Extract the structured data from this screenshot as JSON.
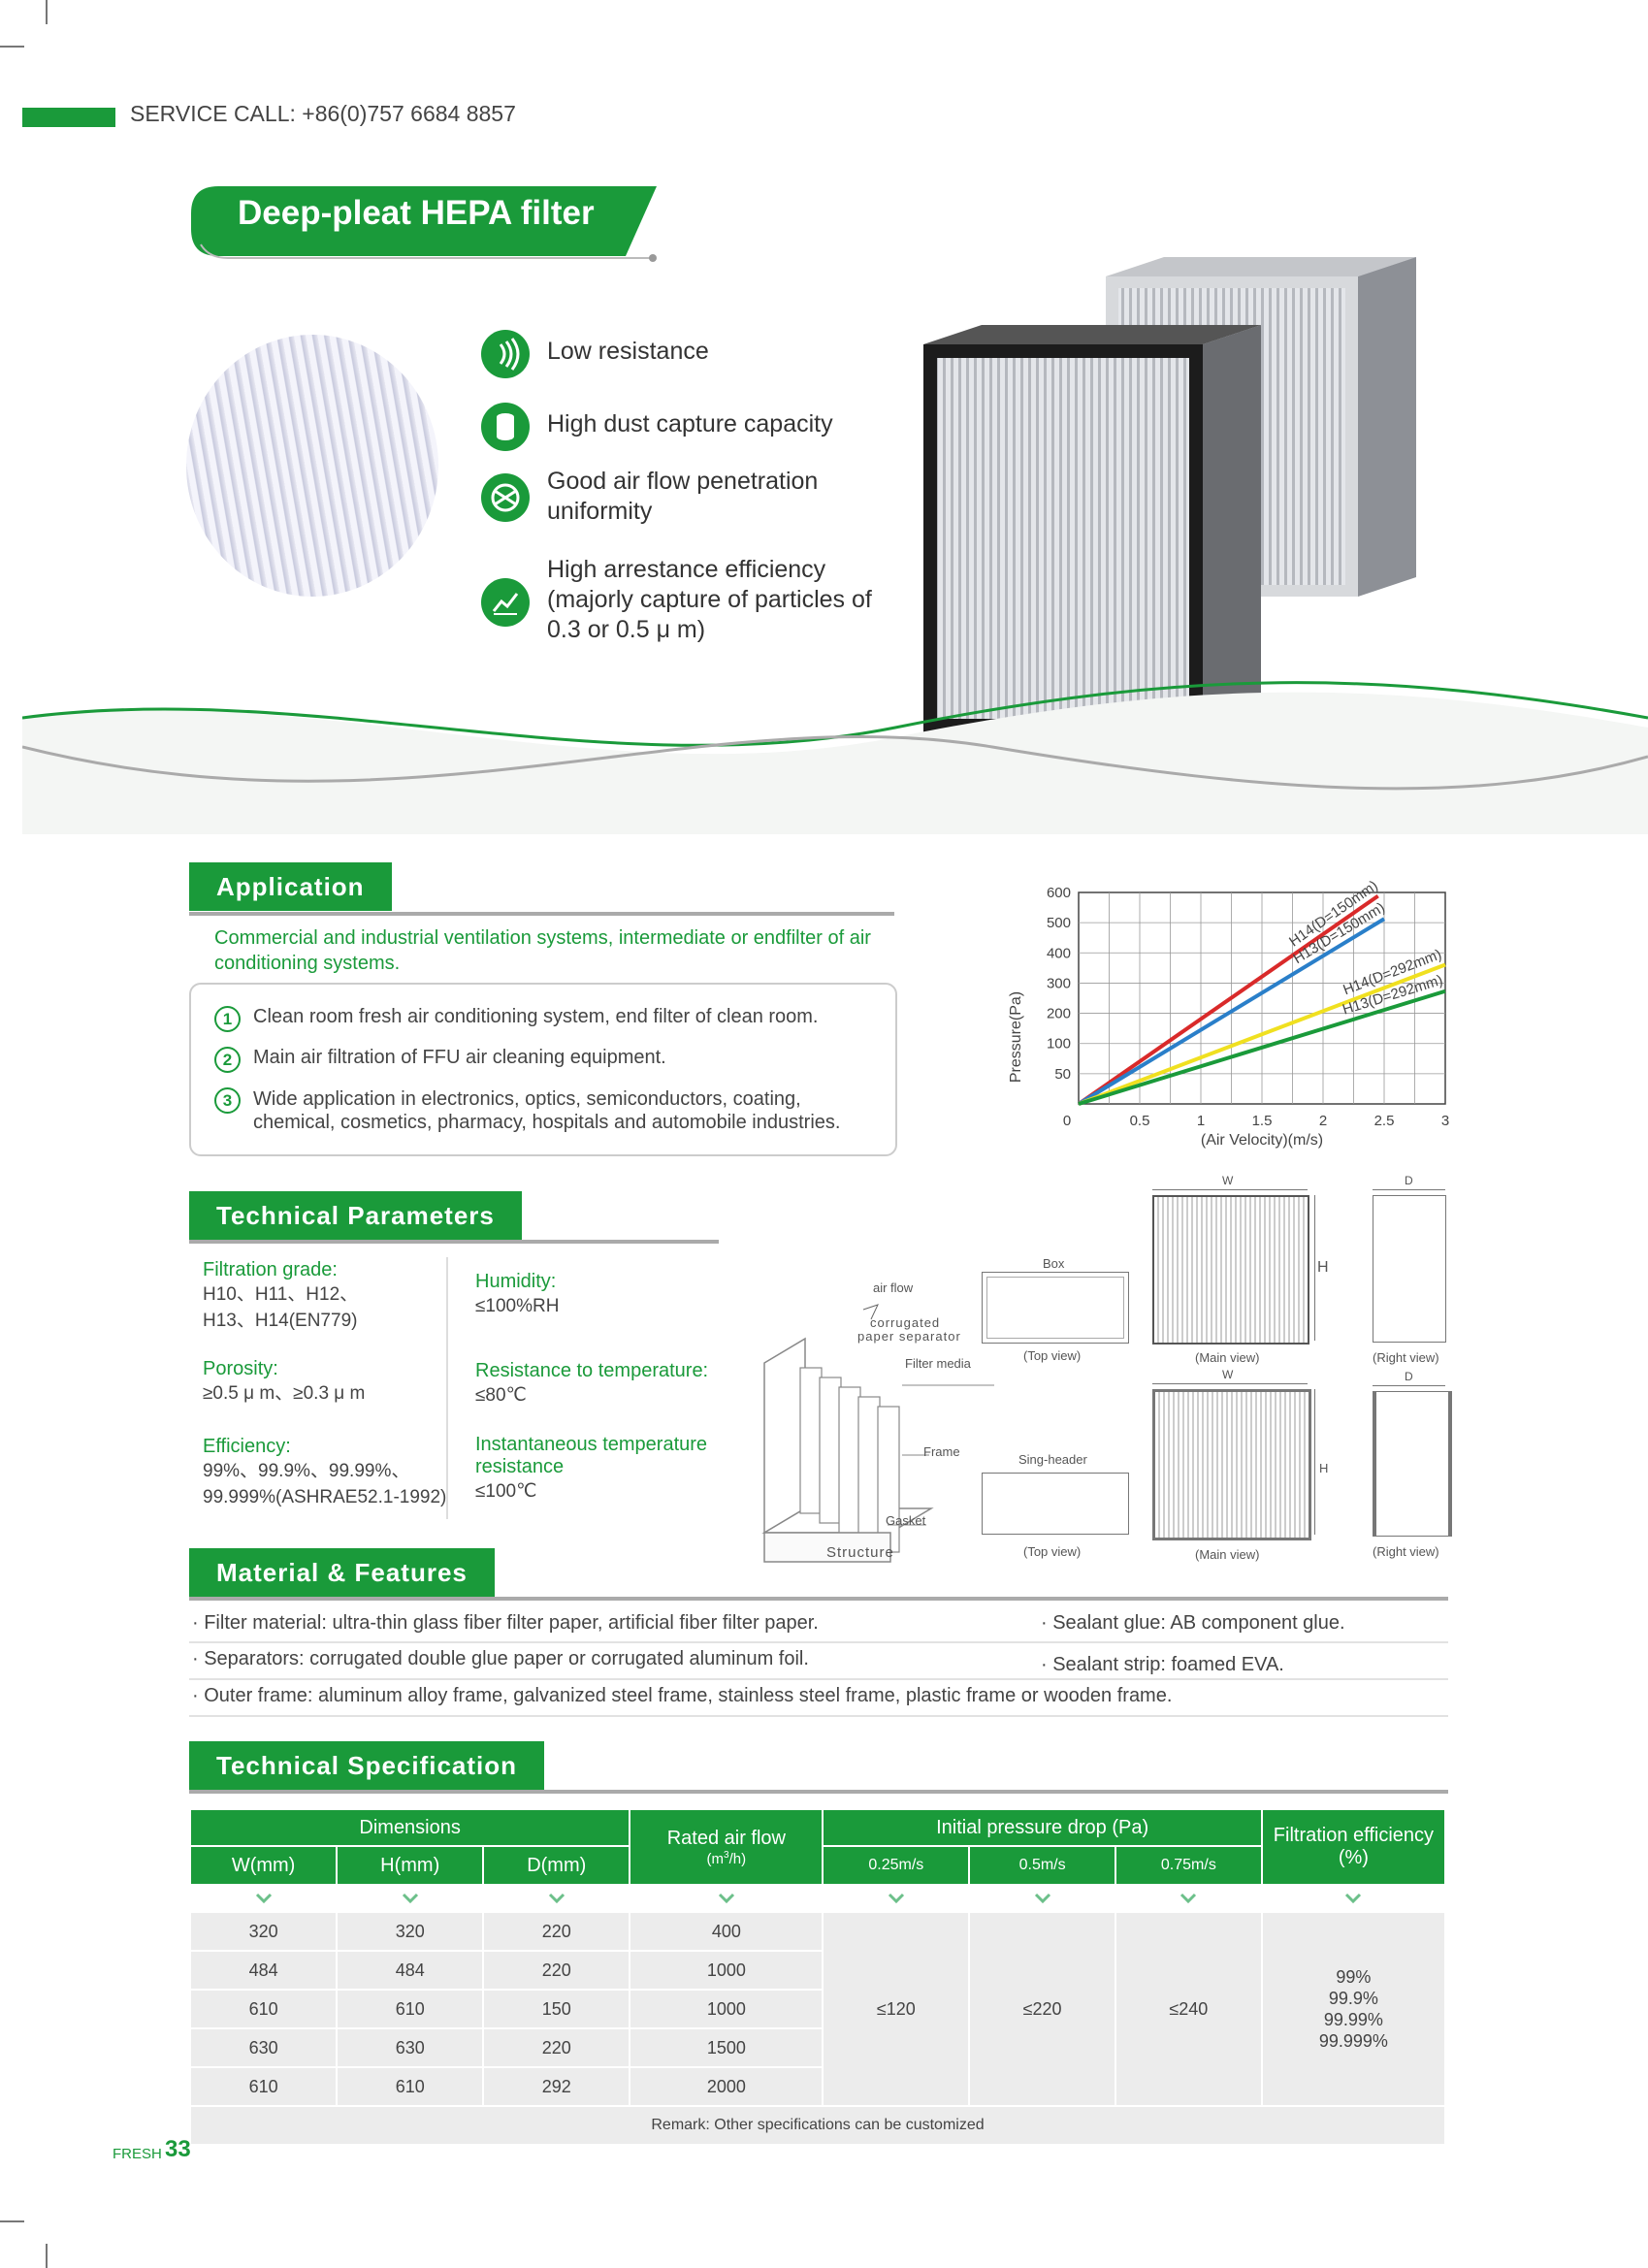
{
  "header": {
    "service_call": "SERVICE CALL:  +86(0)757 6684 8857"
  },
  "title": "Deep-pleat HEPA filter",
  "features": [
    {
      "icon": "low-resistance-icon",
      "text": "Low resistance"
    },
    {
      "icon": "cylinder-icon",
      "text": "High dust capture capacity"
    },
    {
      "icon": "airflow-icon",
      "text": "Good air flow penetration uniformity"
    },
    {
      "icon": "efficiency-chart-icon",
      "text": "High arrestance efficiency (majorly capture of particles of 0.3 or 0.5 μ m)"
    }
  ],
  "application": {
    "heading": "Application",
    "intro": "Commercial and industrial ventilation systems, intermediate or endfilter of air conditioning systems.",
    "items": [
      {
        "num": "1",
        "text": "Clean room fresh air conditioning system, end filter of clean room."
      },
      {
        "num": "2",
        "text": "Main air filtration of FFU air cleaning equipment."
      },
      {
        "num": "3",
        "text": "Wide application in electronics, optics, semiconductors, coating, chemical, cosmetics, pharmacy, hospitals and automobile industries."
      }
    ]
  },
  "chart_data": {
    "type": "line",
    "xlabel": "(Air Velocity)(m/s)",
    "ylabel": "Pressure(Pa)",
    "xlim": [
      0,
      3
    ],
    "ylim": [
      0,
      600
    ],
    "x_ticks": [
      "0",
      "0.5",
      "1",
      "1.5",
      "2",
      "2.5",
      "3"
    ],
    "y_ticks": [
      "50",
      "100",
      "200",
      "300",
      "400",
      "500",
      "600"
    ],
    "grid": true,
    "series": [
      {
        "name": "H14(D=150mm)",
        "color": "#d92a2a",
        "x": [
          0,
          2.45
        ],
        "y": [
          0,
          590
        ]
      },
      {
        "name": "H13(D=150mm)",
        "color": "#2a7fc9",
        "x": [
          0,
          2.5
        ],
        "y": [
          0,
          525
        ]
      },
      {
        "name": "H14(D=292mm)",
        "color": "#f0e020",
        "x": [
          0,
          3
        ],
        "y": [
          0,
          395
        ]
      },
      {
        "name": "H13(D=292mm)",
        "color": "#1a9a3a",
        "x": [
          0,
          3
        ],
        "y": [
          0,
          320
        ]
      }
    ]
  },
  "tech_params": {
    "heading": "Technical Parameters",
    "left": [
      {
        "label": "Filtration grade:",
        "lines": [
          "H10、H11、H12、",
          "H13、H14(EN779)"
        ]
      },
      {
        "label": "Porosity:",
        "lines": [
          "≥0.5 μ m、≥0.3 μ m"
        ]
      },
      {
        "label": "Efficiency:",
        "lines": [
          "99%、99.9%、99.99%、",
          "99.999%(ASHRAE52.1-1992)"
        ]
      }
    ],
    "right": [
      {
        "label": "Humidity:",
        "lines": [
          "≤100%RH"
        ]
      },
      {
        "label": "Resistance to temperature:",
        "lines": [
          "≤80℃"
        ]
      },
      {
        "label": "Instantaneous temperature resistance",
        "lines": [
          "≤100℃"
        ]
      }
    ]
  },
  "diagram": {
    "air_flow": "air flow",
    "corrugated": "corrugated",
    "paper_separator": "paper separator",
    "filter_media": "Filter media",
    "frame": "Frame",
    "gasket": "Gasket",
    "structure": "Structure",
    "box": "Box",
    "sing_header": "Sing-header",
    "top_view": "(Top view)",
    "main_view": "(Main view)",
    "right_view": "(Right view)",
    "w": "W",
    "h": "H",
    "d": "D"
  },
  "material": {
    "heading": "Material & Features",
    "items": [
      "· Filter material: ultra-thin glass fiber filter paper, artificial fiber filter paper.",
      "· Sealant glue: AB component glue.",
      "· Separators: corrugated double glue paper or corrugated aluminum foil.",
      "· Sealant strip: foamed EVA.",
      "· Outer frame: aluminum alloy frame, galvanized steel frame, stainless steel frame, plastic frame or wooden frame."
    ]
  },
  "spec": {
    "heading": "Technical Specification",
    "dimensions": "Dimensions",
    "w": "W(mm)",
    "h": "H(mm)",
    "d": "D(mm)",
    "rated_air_flow": "Rated air flow",
    "flow_unit_pre": "(m",
    "flow_unit_sup": "3",
    "flow_unit_post": "/h)",
    "pressure_drop": "Initial pressure drop (Pa)",
    "v1": "0.25m/s",
    "v2": "0.5m/s",
    "v3": "0.75m/s",
    "efficiency": "Filtration efficiency (%)",
    "rows": [
      [
        "320",
        "320",
        "220",
        "400"
      ],
      [
        "484",
        "484",
        "220",
        "1000"
      ],
      [
        "610",
        "610",
        "150",
        "1000"
      ],
      [
        "630",
        "630",
        "220",
        "1500"
      ],
      [
        "610",
        "610",
        "292",
        "2000"
      ]
    ],
    "pd1": "≤120",
    "pd2": "≤220",
    "pd3": "≤240",
    "eff_values": [
      "99%",
      "99.9%",
      "99.99%",
      "99.999%"
    ],
    "remark": "Remark: Other specifications can be customized"
  },
  "footer": {
    "brand": "FRESH",
    "page": "33"
  }
}
